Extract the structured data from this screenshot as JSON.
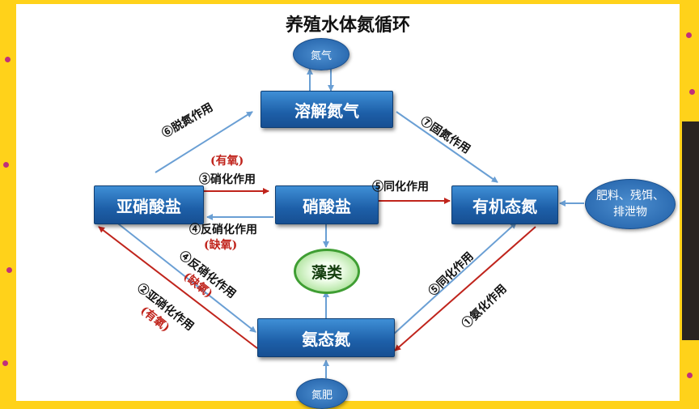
{
  "title": "养殖水体氮循环",
  "nodes": {
    "dissolved_n2": "溶解氮气",
    "nitrite": "亚硝酸盐",
    "nitrate": "硝酸盐",
    "organic_n": "有机态氮",
    "ammonia_n": "氨态氮",
    "algae": "藻类",
    "n2_gas": "氮气",
    "fertilizer_waste": "肥料、残饵、排泄物",
    "n_fertilizer": "氮肥"
  },
  "labels": {
    "denitrogen": "⑥脱氮作用",
    "fixation": "⑦固氮作用",
    "aerobic_1": "(有氧)",
    "nitrification": "③硝化作用",
    "assimilation_top": "⑤同化作用",
    "denitrification": "④反硝化作用",
    "anaerobic_1": "(缺氧)",
    "denitrification_diag": "④反硝化作用",
    "anaerobic_2": "(缺氧)",
    "nitrosation": "②亚硝化作用",
    "aerobic_2": "(有氧)",
    "assimilation_diag": "⑤同化作用",
    "ammonification": "①氨化作用"
  },
  "colors": {
    "box": "#1d5fa8",
    "arrow_blue": "#6a9fd4",
    "arrow_red": "#c0241c",
    "slide_border": "#ffd21a"
  }
}
